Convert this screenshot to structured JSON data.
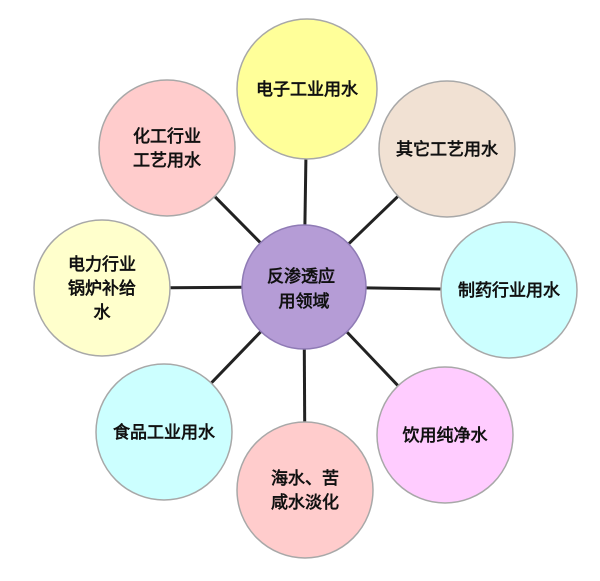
{
  "diagram": {
    "center": {
      "lines": [
        "反渗透应",
        "用领域"
      ],
      "fill": "#b59cd6",
      "stroke": "#8f7bb5"
    },
    "nodes": [
      {
        "lines": [
          "电子工业用水"
        ],
        "fill": "#ffff99",
        "stroke": "#a8a8a8"
      },
      {
        "lines": [
          "其它工艺用水"
        ],
        "fill": "#f1e1d3",
        "stroke": "#a8a8a8"
      },
      {
        "lines": [
          "制药行业用水"
        ],
        "fill": "#ccffff",
        "stroke": "#a8a8a8"
      },
      {
        "lines": [
          "饮用纯净水"
        ],
        "fill": "#ffccff",
        "stroke": "#a8a8a8"
      },
      {
        "lines": [
          "海水、苦",
          "咸水淡化"
        ],
        "fill": "#ffcccc",
        "stroke": "#a8a8a8"
      },
      {
        "lines": [
          "食品工业用水"
        ],
        "fill": "#ccffff",
        "stroke": "#a8a8a8"
      },
      {
        "lines": [
          "电力行业",
          "锅炉补给",
          "水"
        ],
        "fill": "#ffffcc",
        "stroke": "#a8a8a8"
      },
      {
        "lines": [
          "化工行业",
          "工艺用水"
        ],
        "fill": "#ffcccc",
        "stroke": "#a8a8a8"
      }
    ],
    "connector_color": "#222222"
  }
}
